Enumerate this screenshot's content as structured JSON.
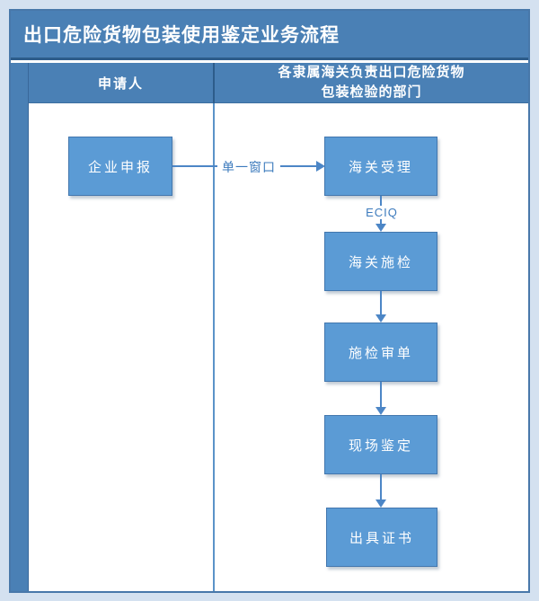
{
  "title": "出口危险货物包装使用鉴定业务流程",
  "lanes": {
    "applicant": {
      "label": "申请人"
    },
    "customs": {
      "label_line1": "各隶属海关负责出口危险货物",
      "label_line2": "包装检验的部门"
    }
  },
  "nodes": {
    "enterprise_declaration": "企业申报",
    "customs_acceptance": "海关受理",
    "customs_inspection": "海关施检",
    "inspection_review": "施检审单",
    "onsite_identification": "现场鉴定",
    "issue_certificate": "出具证书"
  },
  "edges": {
    "single_window": "单一窗口",
    "eciq": "ECIQ"
  },
  "colors": {
    "band_blue": "#4a80b5",
    "box_blue": "#5b9bd5",
    "dark_separator": "#2d5c8a",
    "connector_blue": "#4c86c6",
    "edge_label_blue": "#3d7bbd",
    "outer_background": "#d4e1f0"
  }
}
